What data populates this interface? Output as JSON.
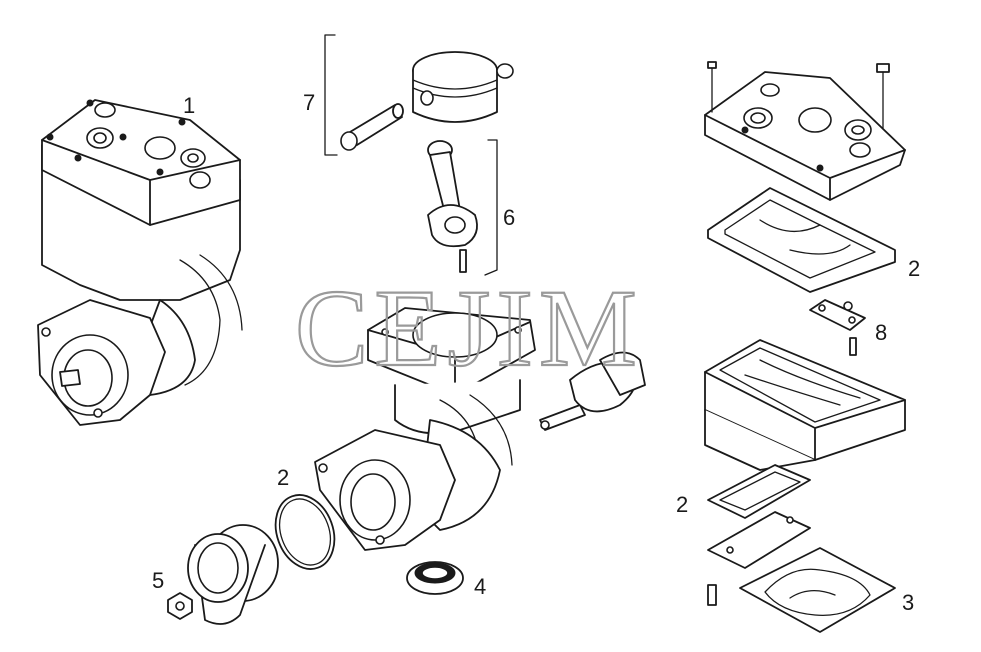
{
  "watermark": "CEJIM",
  "callouts": [
    {
      "id": "1",
      "label": "1"
    },
    {
      "id": "7",
      "label": "7"
    },
    {
      "id": "6",
      "label": "6"
    },
    {
      "id": "2a",
      "label": "2"
    },
    {
      "id": "8",
      "label": "8"
    },
    {
      "id": "2b",
      "label": "2"
    },
    {
      "id": "2c",
      "label": "2"
    },
    {
      "id": "5",
      "label": "5"
    },
    {
      "id": "4",
      "label": "4"
    },
    {
      "id": "3",
      "label": "3"
    }
  ],
  "colors": {
    "line": "#1a1a1a",
    "watermark": "#9a9a9a",
    "background": "#ffffff"
  }
}
